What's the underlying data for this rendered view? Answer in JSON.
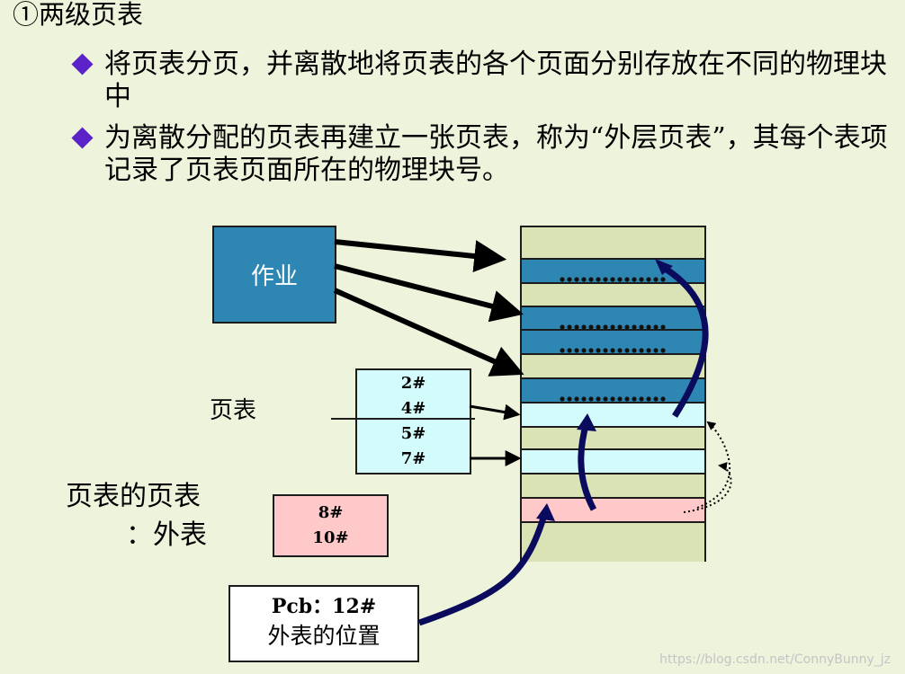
{
  "heading": "①两级页表",
  "bullets": [
    "将页表分页，并离散地将页表的各个页面分别存放在不同的物理块中",
    "为离散分配的页表再建立一张页表，称为“外层页表”，其每个表项记录了页表页面所在的物理块号。"
  ],
  "diagram": {
    "job_label": "作业",
    "page_table_label": "页表",
    "page_table_entries": [
      "2#",
      "4#",
      "5#",
      "7#"
    ],
    "outer_table_label_line1": "页表的页表",
    "outer_table_label_line2": "：外表",
    "outer_table_entries": [
      "8#",
      "10#"
    ],
    "pcb_line1": "Pcb：12#",
    "pcb_line2": "外表的位置",
    "colors": {
      "job_block": "#2e86b2",
      "page_table_block": "#d4fbfc",
      "outer_table_block": "#ffc9c9",
      "free_block": "#d9e3b5",
      "arrow": "#0b0b5e"
    }
  },
  "watermark": "https://blog.csdn.net/ConnyBunny_jz"
}
